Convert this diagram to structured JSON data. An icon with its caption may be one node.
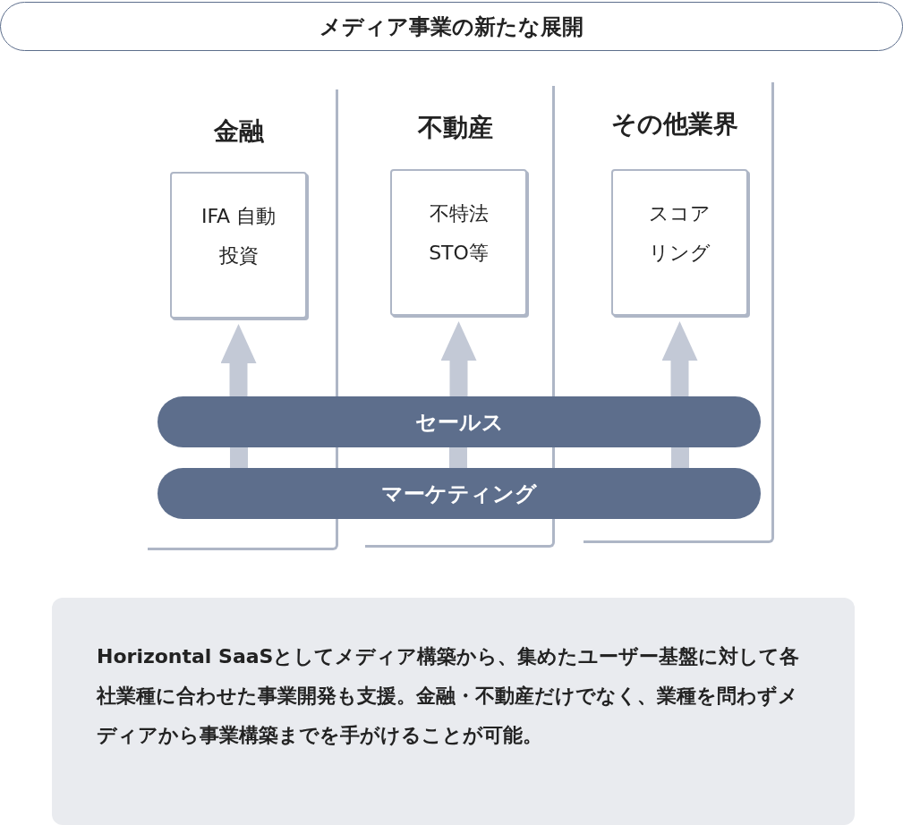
{
  "diagram": {
    "nodes": [
      {
        "text": [
          "メディア事業の新たな展開"
        ]
      },
      {
        "text": [
          "金融"
        ]
      },
      {
        "text": [
          "IFA 自動投資"
        ],
        "in": 1
      },
      {
        "text": [
          "不動産"
        ]
      },
      {
        "text": [
          "不特法 STO等"
        ],
        "in": 3
      },
      {
        "text": [
          "その他業界"
        ]
      },
      {
        "text": [
          "スコアリング"
        ],
        "in": 5
      },
      {
        "text": [
          "セールス"
        ]
      },
      {
        "text": [
          "マーケティング"
        ]
      },
      {
        "text": [
          "Horizontal SaaSとしてメディア構築から、集めたユーザー基盤に対して各社業種に合わせた事業開発も支援。金融・不動産だけでなく、業種を問わずメディアから事業構築までを手がけることが可能。"
        ]
      }
    ],
    "edges": [
      {
        "from": 8,
        "to": 7,
        "arrow": "none"
      },
      {
        "from": 8,
        "to": 7,
        "arrow": "none"
      },
      {
        "from": 8,
        "to": 7,
        "arrow": "none"
      },
      {
        "from": 7,
        "to": 2,
        "arrow": "to"
      },
      {
        "from": 7,
        "to": 4,
        "arrow": "to"
      },
      {
        "from": 7,
        "to": 6,
        "arrow": "to"
      }
    ]
  }
}
